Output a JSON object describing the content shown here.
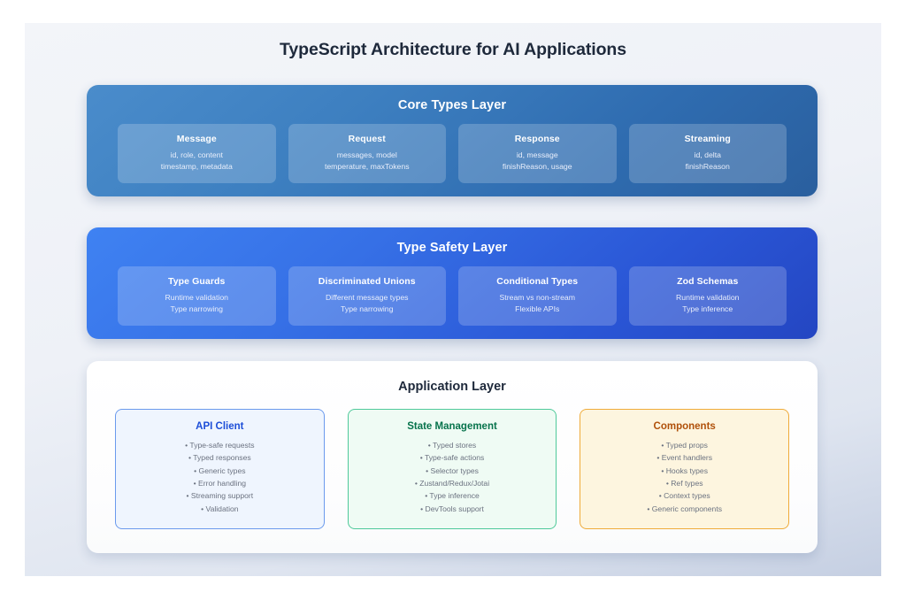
{
  "title": "TypeScript Architecture for AI Applications",
  "layers": [
    {
      "id": "core-types-layer",
      "title": "Core Types Layer",
      "cards": [
        {
          "title": "Message",
          "lines": [
            "id, role, content",
            "timestamp, metadata"
          ]
        },
        {
          "title": "Request",
          "lines": [
            "messages, model",
            "temperature, maxTokens"
          ]
        },
        {
          "title": "Response",
          "lines": [
            "id, message",
            "finishReason, usage"
          ]
        },
        {
          "title": "Streaming",
          "lines": [
            "id, delta",
            "finishReason"
          ]
        }
      ]
    },
    {
      "id": "type-safety-layer",
      "title": "Type Safety Layer",
      "cards": [
        {
          "title": "Type Guards",
          "lines": [
            "Runtime validation",
            "Type narrowing"
          ]
        },
        {
          "title": "Discriminated Unions",
          "lines": [
            "Different message types",
            "Type narrowing"
          ]
        },
        {
          "title": "Conditional Types",
          "lines": [
            "Stream vs non-stream",
            "Flexible APIs"
          ]
        },
        {
          "title": "Zod Schemas",
          "lines": [
            "Runtime validation",
            "Type inference"
          ]
        }
      ]
    }
  ],
  "application_layer": {
    "title": "Application Layer",
    "cards": [
      {
        "title": "API Client",
        "color": "blue",
        "accent": "#1d4ed8",
        "lines": [
          "• Type-safe requests",
          "• Typed responses",
          "• Generic types",
          "• Error handling",
          "• Streaming support",
          "• Validation"
        ]
      },
      {
        "title": "State Management",
        "color": "green",
        "accent": "#07734c",
        "lines": [
          "• Typed stores",
          "• Type-safe actions",
          "• Selector types",
          "• Zustand/Redux/Jotai",
          "• Type inference",
          "• DevTools support"
        ]
      },
      {
        "title": "Components",
        "color": "orange",
        "accent": "#b0510b",
        "lines": [
          "• Typed props",
          "• Event handlers",
          "• Hooks types",
          "• Ref types",
          "• Context types",
          "• Generic components"
        ]
      }
    ]
  }
}
